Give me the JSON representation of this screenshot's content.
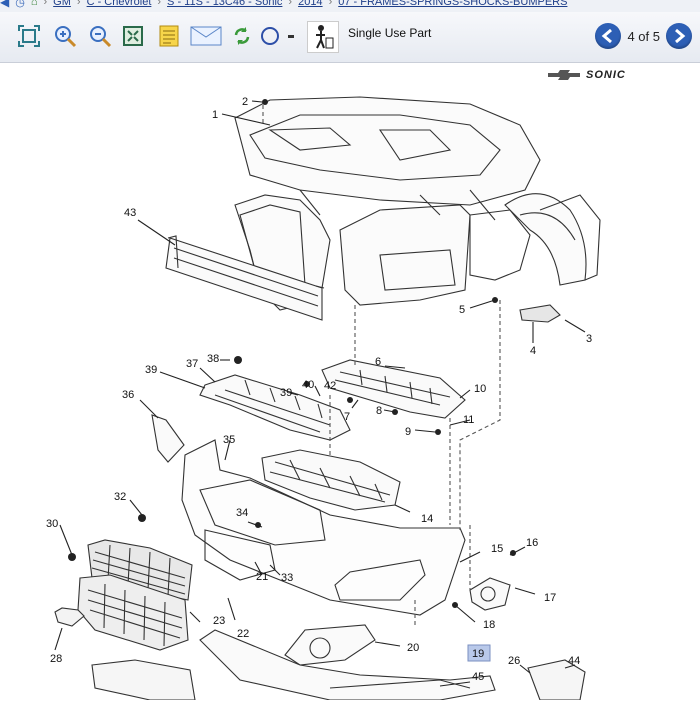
{
  "breadcrumb": {
    "items": [
      "GM",
      "C - Chevrolet",
      "S - 11S - 13C46 - Sonic",
      "2014",
      "07 - FRAMES-SPRINGS-SHOCKS-BUMPERS"
    ]
  },
  "toolbar": {
    "single_use_label": "Single Use Part",
    "page_indicator": "4 of 5",
    "icons": [
      "fit-page-icon",
      "zoom-in-icon",
      "zoom-out-icon",
      "full-screen-icon",
      "notes-icon",
      "email-icon",
      "refresh-icon",
      "circle-icon",
      "single-use-part-icon"
    ]
  },
  "diagram": {
    "brand": "SONIC",
    "callouts": [
      "1",
      "2",
      "3",
      "4",
      "5",
      "6",
      "7",
      "8",
      "9",
      "10",
      "11",
      "14",
      "15",
      "16",
      "17",
      "18",
      "19",
      "20",
      "21",
      "22",
      "23",
      "26",
      "28",
      "30",
      "32",
      "33",
      "34",
      "35",
      "36",
      "37",
      "38",
      "39",
      "39",
      "40",
      "42",
      "43",
      "44",
      "45"
    ],
    "highlighted_callout": "19",
    "highlight_color": "#b9c9ea"
  }
}
